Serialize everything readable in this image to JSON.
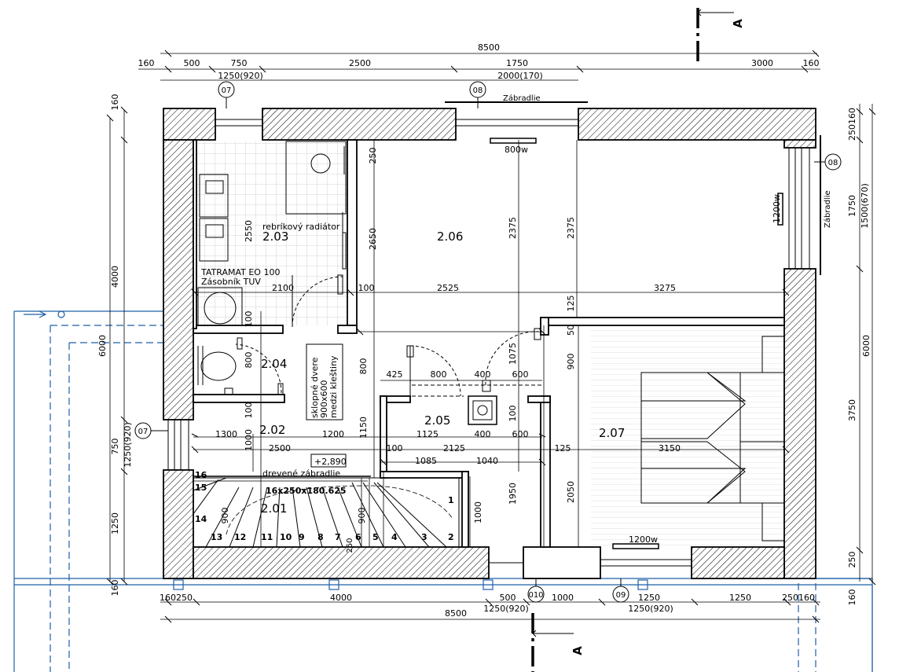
{
  "drawing": {
    "section_mark": "A",
    "rooms": {
      "r201": "2.01",
      "r202": "2.02",
      "r203": "2.03",
      "r204": "2.04",
      "r205": "2.05",
      "r206": "2.06",
      "r207": "2.07"
    },
    "notes": {
      "radiator": "rebríkový radiátor",
      "tatramat": "TATRAMAT EO 100",
      "zasobnik": "Zásobník TUV",
      "sklopne1": "sklopné dvere",
      "sklopne2": "900x600",
      "sklopne3": "medzi kleštiny",
      "zabradlie_drevene": "drevené zábradlie",
      "level": "+2,890",
      "stair": "16x250x180.625",
      "zabradlie_top": "Zábradlie",
      "zabradlie_right": "Zábradlie",
      "heater_top": "800w",
      "heater_right": "1200w",
      "heater_bottom": "1200w"
    },
    "windows": {
      "w07a": "07",
      "w08a": "08",
      "w08b": "08",
      "w07b": "07",
      "w010": "010",
      "w09": "09"
    },
    "steps": [
      "1",
      "2",
      "3",
      "4",
      "5",
      "6",
      "7",
      "8",
      "9",
      "10",
      "11",
      "12",
      "13",
      "14",
      "15",
      "16"
    ],
    "dims_top": {
      "total": "8500",
      "t160a": "160",
      "t500": "500",
      "t750": "750",
      "t2500": "2500",
      "t1750": "1750",
      "t3000": "3000",
      "t160b": "160",
      "t1250_920": "1250(920)",
      "t2000_170": "2000(170)"
    },
    "dims_bottom": {
      "b160_250": "160250",
      "b4000": "4000",
      "b500": "500",
      "b1250_920a": "1250(920)",
      "b1000": "1000",
      "b1250a": "1250",
      "b1250_920b": "1250(920)",
      "b1250b": "1250",
      "b250_160": "250160",
      "total": "8500"
    },
    "dims_left": {
      "l160": "160",
      "l4000": "4000",
      "l6000": "6000",
      "l750": "750",
      "l1250_920": "1250(920)",
      "l1250": "1250",
      "l160b": "160"
    },
    "dims_right": {
      "r250_160": "250160",
      "r1750": "1750",
      "r1500_670": "1500(670)",
      "r6000": "6000",
      "r3750": "3750",
      "r250": "250",
      "r160": "160"
    },
    "dims_inner": {
      "i250": "250",
      "i2650": "2650",
      "i2375a": "2375",
      "i2375b": "2375",
      "i2550": "2550",
      "i2100": "2100",
      "i100a": "100",
      "i2525": "2525",
      "i3275": "3275",
      "i125a": "125",
      "i100b": "100",
      "i800a": "800",
      "i800b": "800",
      "i425": "425",
      "i800c": "800",
      "i400a": "400",
      "i600a": "600",
      "i1075": "1075",
      "i50": "50",
      "i900a": "900",
      "i100c": "100",
      "i1000a": "1000",
      "i1300": "1300",
      "i1200": "1200",
      "i1150": "1150",
      "i1125": "1125",
      "i400b": "400",
      "i600b": "600",
      "i100d": "100",
      "i2500": "2500",
      "i100e": "100",
      "i2125": "2125",
      "i125b": "125",
      "i3150": "3150",
      "i1085": "1085",
      "i1040": "1040",
      "i1950": "1950",
      "i2050": "2050",
      "i1000b": "1000",
      "i900b": "900",
      "i900c": "900",
      "i250b": "250"
    }
  }
}
